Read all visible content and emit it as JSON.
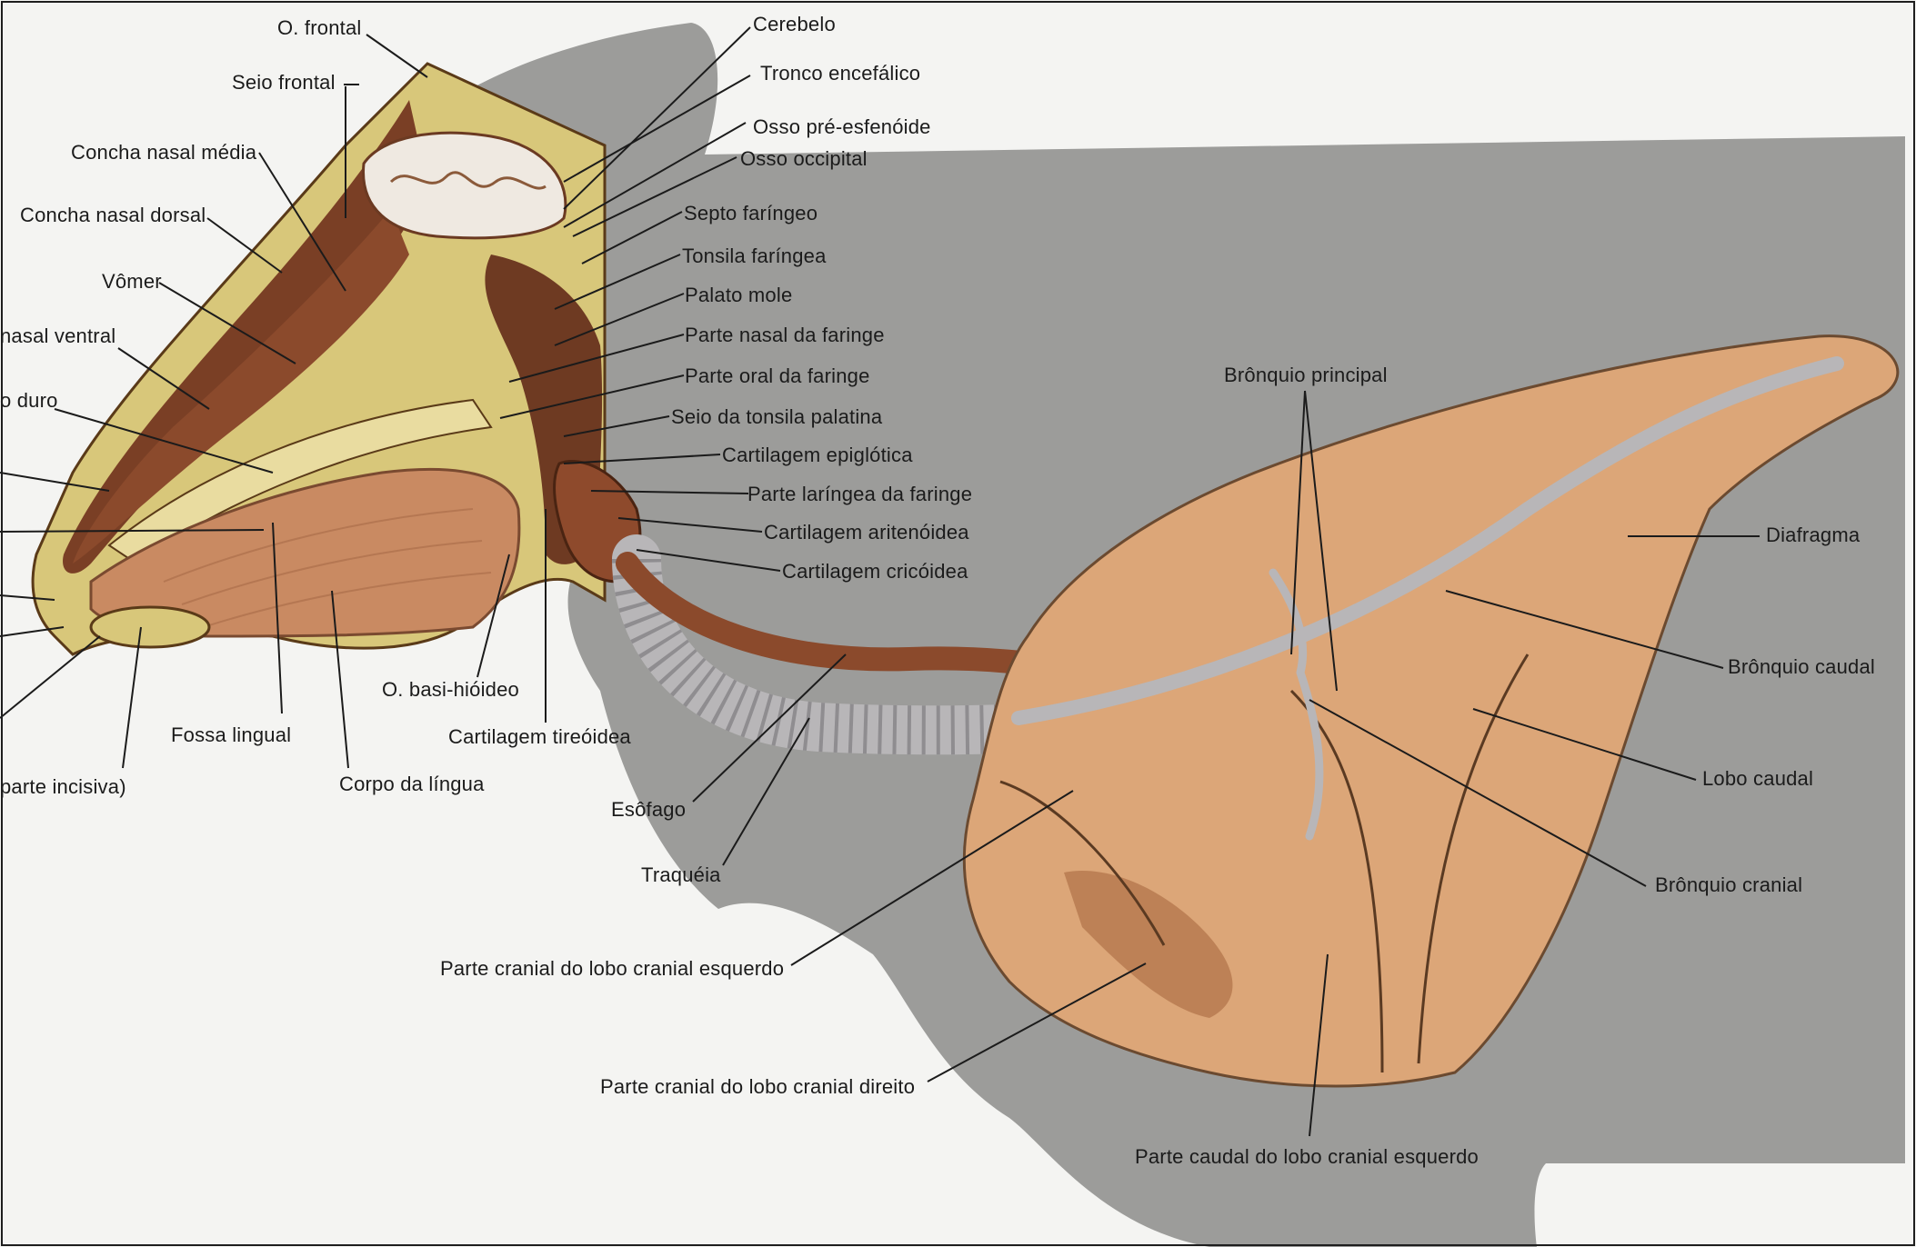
{
  "labels": {
    "o_frontal": "O. frontal",
    "seio_frontal": "Seio frontal",
    "concha_nasal_media": "Concha nasal média",
    "concha_nasal_dorsal": "Concha nasal dorsal",
    "vomer": "Vômer",
    "concha_nasal_ventral": "nasal ventral",
    "palato_duro": "o duro",
    "parte_incisiva": "parte incisiva)",
    "fossa_lingual": "Fossa lingual",
    "corpo_lingua": "Corpo da língua",
    "o_basi_hioideo": "O. basi-hióideo",
    "cartilagem_tireoidea": "Cartilagem tireóidea",
    "cerebelo": "Cerebelo",
    "tronco_encefalico": "Tronco encefálico",
    "osso_pre_esfenoide": "Osso pré-esfenóide",
    "osso_occipital": "Osso occipital",
    "septo_faringeo": "Septo faríngeo",
    "tonsila_faringea": "Tonsila faríngea",
    "palato_mole": "Palato mole",
    "parte_nasal_faringe": "Parte nasal da faringe",
    "parte_oral_faringe": "Parte oral da faringe",
    "seio_tonsila_palatina": "Seio da tonsila palatina",
    "cartilagem_epiglotica": "Cartilagem epiglótica",
    "parte_laringea_faringe": "Parte laríngea da faringe",
    "cartilagem_aritenoidea": "Cartilagem aritenóidea",
    "cartilagem_cricoidea": "Cartilagem cricóidea",
    "esofago": "Esôfago",
    "traqueia": "Traquéia",
    "bronquio_principal": "Brônquio principal",
    "diafragma": "Diafragma",
    "bronquio_caudal": "Brônquio caudal",
    "lobo_caudal": "Lobo caudal",
    "bronquio_cranial": "Brônquio cranial",
    "parte_cranial_lobo_cranial_esquerdo": "Parte cranial do lobo cranial esquerdo",
    "parte_cranial_lobo_cranial_direito": "Parte cranial do lobo cranial direito",
    "parte_caudal_lobo_cranial_esquerdo": "Parte caudal do lobo cranial esquerdo"
  },
  "colors": {
    "silhouette": "#9c9c9a",
    "background": "#f4f4f2",
    "bone": "#d8c77a",
    "muscle": "#c98a62",
    "dark_tissue": "#6e3a22",
    "lung": "#dca678",
    "trachea": "#b8b6b8",
    "leader_line": "#1b1b1b"
  }
}
